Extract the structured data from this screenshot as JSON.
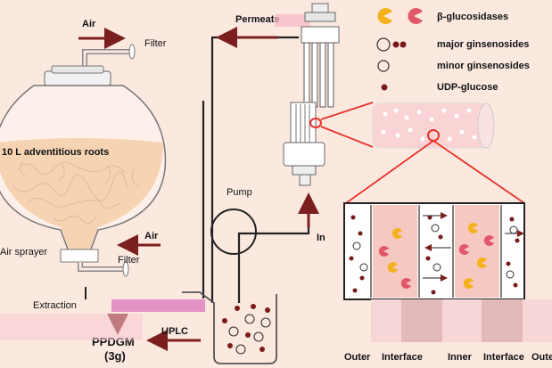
{
  "labels": {
    "air_top": "Air",
    "filter_top": "Filter",
    "permeate": "Permeate",
    "bioreactor": "10 L adventitious roots",
    "air_sprayer": "Air sprayer",
    "air_bottom": "Air",
    "filter_bottom": "Filter",
    "pump": "Pump",
    "in": "In",
    "extraction": "Extraction",
    "ppdgm": "PPDGM",
    "ppdgm_amount": "(3g)",
    "uplc": "UPLC"
  },
  "legend": [
    {
      "icon": "beta-glucosidase-icon",
      "text": "β-glucosidases"
    },
    {
      "icon": "major-ginsenoside-icon",
      "text": "major ginsenosides"
    },
    {
      "icon": "minor-ginsenoside-icon",
      "text": "minor ginsenosides"
    },
    {
      "icon": "udp-glucose-icon",
      "text": "UDP-glucose"
    }
  ],
  "zones": [
    "Outer",
    "Interface",
    "Inner",
    "Interface",
    "Outer"
  ],
  "colors": {
    "background": "#fbe9e0",
    "arrow": "#7a1e1e",
    "callout": "#e8322a",
    "enzyme_orange": "#f5b21d",
    "enzyme_pink": "#e2576a",
    "root_pink": "#f3b6ae",
    "flask_fill": "#f6d3b3"
  }
}
